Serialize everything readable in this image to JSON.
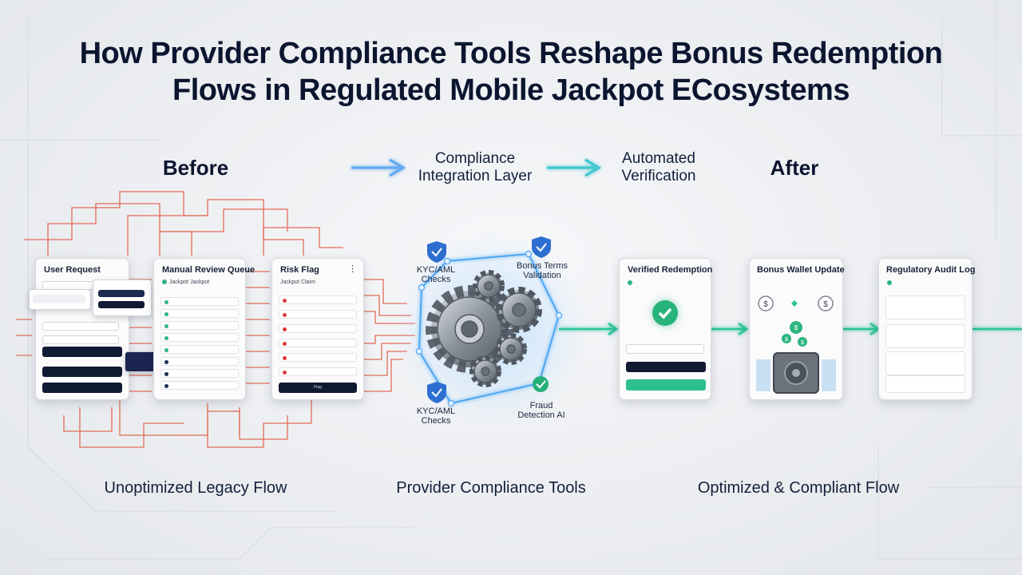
{
  "title_lines": [
    "How Provider Compliance Tools Reshape Bonus Redemption",
    "Flows in Regulated Mobile Jackpot ECosystems"
  ],
  "stages": {
    "before": "Before",
    "after": "After"
  },
  "steps": {
    "compliance_layer": "Compliance\nIntegration Layer",
    "automated_verification": "Automated\nVerification"
  },
  "captions": {
    "legacy": "Unoptimized Legacy Flow",
    "tools": "Provider Compliance Tools",
    "optimized": "Optimized & Compliant Flow"
  },
  "before_cards": {
    "user_request": {
      "title": "User Request"
    },
    "manual_review": {
      "title": "Manual Review Queue",
      "subtitle": "Jackpot Jackpot"
    },
    "risk_flag": {
      "title": "Risk Flag",
      "subtitle": "Jackpot Claim",
      "button": "Flag"
    }
  },
  "hub_labels": {
    "kyc_top": "KYC/AML\nChecks",
    "bonus_terms": "Bonus Terms\nValidation",
    "kyc_bottom": "KYC/AML\nChecks",
    "fraud": "Fraud\nDetection AI"
  },
  "after_cards": {
    "verified": {
      "title": "Verified Redemption"
    },
    "wallet": {
      "title": "Bonus Wallet Update"
    },
    "audit": {
      "title": "Regulatory Audit Log"
    }
  },
  "colors": {
    "navy": "#0c1530",
    "red_wire": "#e0563b",
    "teal": "#2cc39a",
    "blue_glow": "#5fa8f0"
  }
}
